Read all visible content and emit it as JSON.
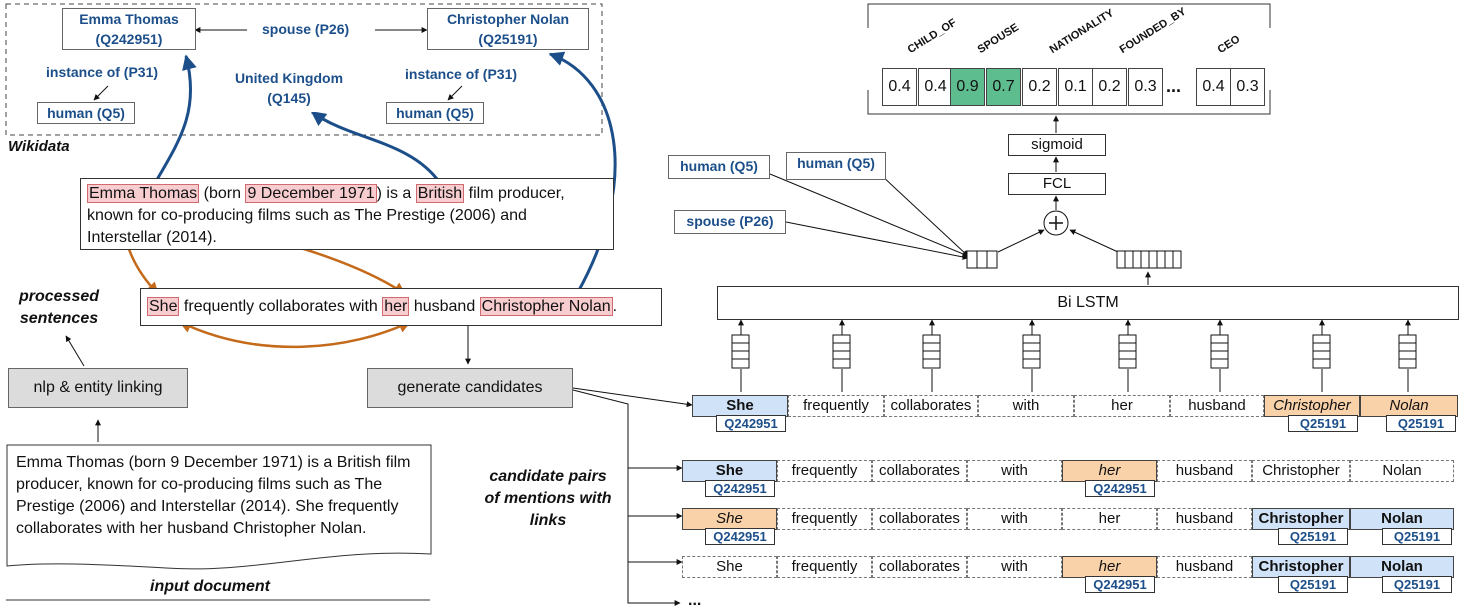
{
  "wikidata": {
    "label": "Wikidata",
    "emma_name": "Emma Thomas",
    "emma_qid": "(Q242951)",
    "nolan_name": "Christopher Nolan",
    "nolan_qid": "(Q25191)",
    "spouse": "spouse (P26)",
    "instance_of": "instance of (P31)",
    "uk_name": "United Kingdom",
    "uk_qid": "(Q145)",
    "human": "human (Q5)"
  },
  "text": {
    "emma": "Emma Thomas",
    "born_open": " (born ",
    "date": "9 December 1971",
    "is_a": ") is a ",
    "british": "British",
    "rest1": " film producer,",
    "line2": "known for co-producing films such as The Prestige (2006) and",
    "line3": "Interstellar (2014).",
    "she": "She",
    "frequently": " frequently collaborates with ",
    "her": "her",
    "husband": " husband ",
    "nolan": "Christopher Nolan",
    "period": ".",
    "processed": "processed sentences",
    "nlp": "nlp & entity linking",
    "generate": "generate candidates",
    "input_doc": "Emma Thomas (born 9 December 1971) is a British film producer, known for co-producing films such as The Prestige (2006) and Interstellar (2014). She frequently collaborates with her husband Christopher Nolan.",
    "input_label": "input document",
    "candidates": "candidate pairs of mentions with links",
    "ellipsis": "..."
  },
  "model": {
    "relations": [
      "CHILD_OF",
      "SPOUSE",
      "NATIONALITY",
      "FOUNDED_BY",
      "CEO"
    ],
    "dots": "...",
    "sigmoid": "sigmoid",
    "fcl": "FCL",
    "plus": "+",
    "bilstm": "Bi LSTM",
    "human1": "human (Q5)",
    "human2": "human (Q5)",
    "spouse": "spouse (P26)"
  },
  "chart_data": {
    "type": "table",
    "scores": [
      {
        "relation": "CHILD_OF",
        "values": [
          0.4,
          0.4
        ]
      },
      {
        "relation": "SPOUSE",
        "values": [
          0.9,
          0.7
        ]
      },
      {
        "relation": "NATIONALITY",
        "values": [
          0.2,
          0.1
        ]
      },
      {
        "relation": "FOUNDED_BY",
        "values": [
          0.2,
          0.3
        ]
      },
      {
        "relation": "CEO",
        "values": [
          0.4,
          0.3
        ]
      }
    ]
  },
  "tokens": [
    "She",
    "frequently",
    "collaborates",
    "with",
    "her",
    "husband",
    "Christopher",
    "Nolan"
  ],
  "qids": {
    "emma": "Q242951",
    "nolan": "Q25191"
  }
}
